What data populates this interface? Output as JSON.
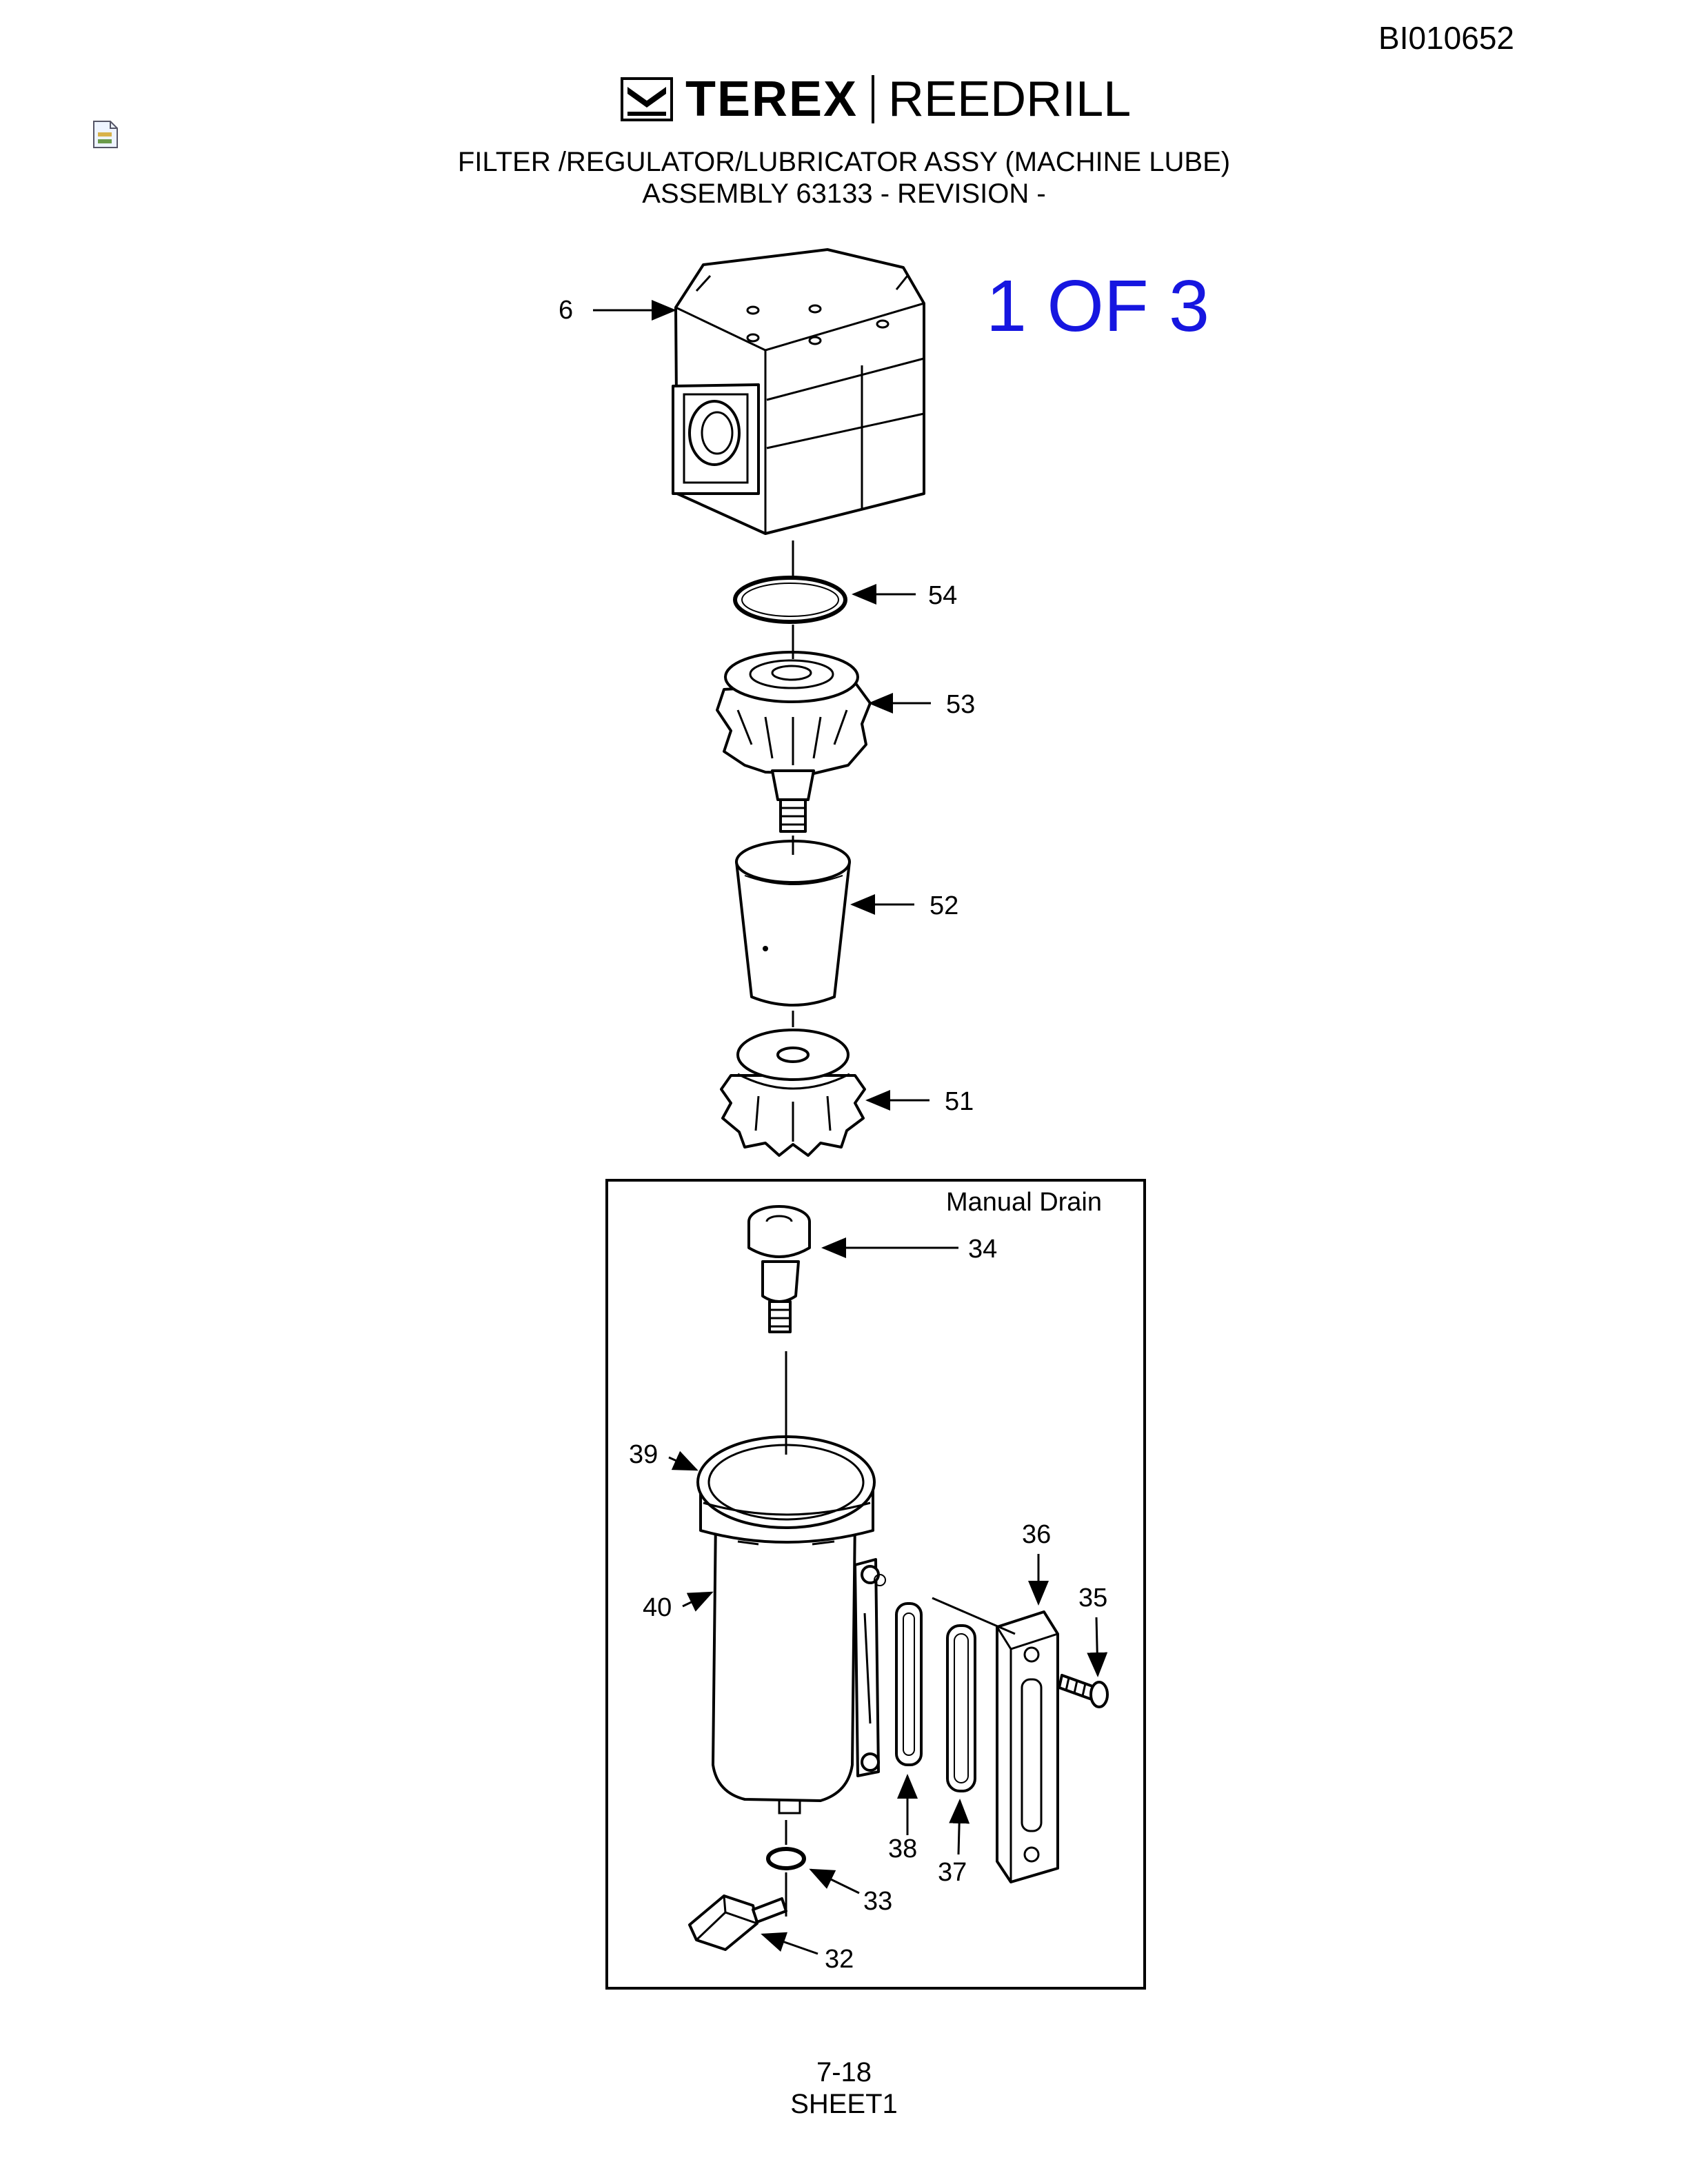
{
  "document": {
    "id": "BI010652",
    "brand": "TEREX",
    "product_line": "REEDRILL",
    "title_line1": "FILTER /REGULATOR/LUBRICATOR ASSY (MACHINE LUBE)",
    "title_line2": "ASSEMBLY 63133 - REVISION -",
    "sheet_count": "1 OF 3",
    "page_number": "7-18",
    "sheet_name": "SHEET1"
  },
  "diagram": {
    "inset_title": "Manual Drain",
    "callouts": {
      "c6": "6",
      "c54": "54",
      "c53": "53",
      "c52": "52",
      "c51": "51",
      "c34": "34",
      "c39": "39",
      "c40": "40",
      "c36": "36",
      "c35": "35",
      "c38": "38",
      "c37": "37",
      "c33": "33",
      "c32": "32"
    }
  },
  "icons": {
    "doc_icon": "document-icon",
    "brand_emblem": "terex-emblem-icon"
  }
}
